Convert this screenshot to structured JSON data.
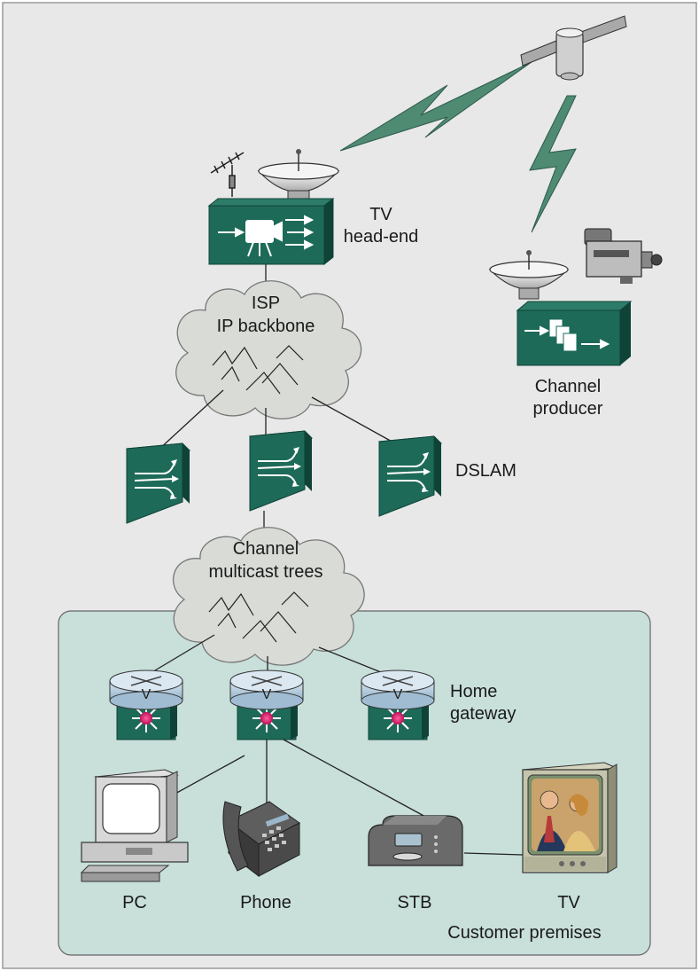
{
  "colors": {
    "frame_bg": "#e8e8e8",
    "premises_bg": "#c8dfda",
    "device_green": "#1e6a59",
    "device_dark": "#0f4337",
    "cloud": "#d8dbd6",
    "link_bolt": "#4f8a73",
    "router_blue": "#b3cde0",
    "led_magenta": "#e0196b"
  },
  "labels": {
    "tv_headend_line1": "TV",
    "tv_headend_line2": "head-end",
    "isp_line1": "ISP",
    "isp_line2": "IP backbone",
    "channel_producer_line1": "Channel",
    "channel_producer_line2": "producer",
    "dslam": "DSLAM",
    "multicast_line1": "Channel",
    "multicast_line2": "multicast trees",
    "home_gateway_line1": "Home",
    "home_gateway_line2": "gateway",
    "pc": "PC",
    "phone": "Phone",
    "stb": "STB",
    "tv": "TV",
    "customer_premises": "Customer premises",
    "router_letter": "V"
  },
  "icons": [
    "satellite-icon",
    "antenna-icon",
    "dish-icon",
    "video-camera-icon",
    "cloud-icon",
    "dslam-icon",
    "router-icon",
    "switch-icon",
    "pc-icon",
    "phone-icon",
    "set-top-box-icon",
    "television-icon"
  ]
}
